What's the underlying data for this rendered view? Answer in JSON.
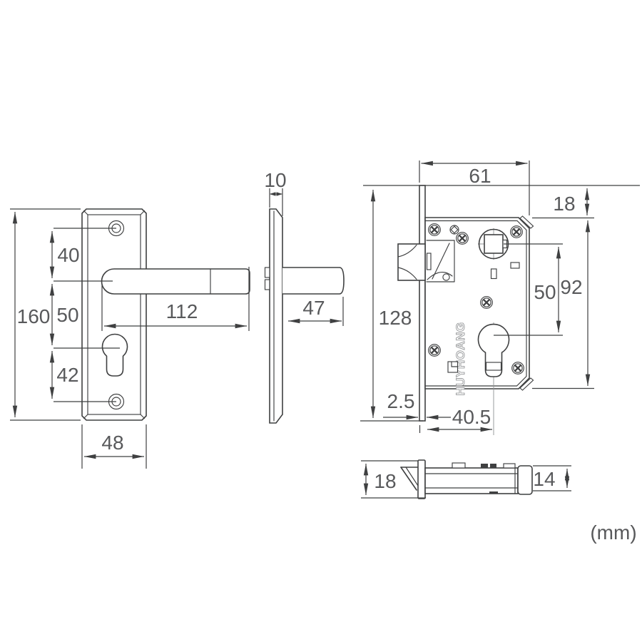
{
  "meta": {
    "unit_note": "(mm)",
    "brand": "HUYHOANG"
  },
  "dims": {
    "plate_height": "160",
    "screw_to_handle": "40",
    "handle_to_cylinder": "50",
    "cylinder_to_screw": "42",
    "handle_length": "112",
    "plate_width": "48",
    "plate_thickness": "10",
    "handle_projection": "47",
    "lock_depth": "61",
    "faceplate_overhang": "18",
    "case_height": "92",
    "follower_to_cylinder": "50",
    "faceplate_height": "128",
    "faceplate_thickness": "2.5",
    "backset": "40.5",
    "faceplate_width": "18",
    "case_thickness": "14"
  },
  "colors": {
    "line": "#3f4041",
    "text": "#58595b",
    "centerline": "#8f9193",
    "background": "#ffffff"
  }
}
